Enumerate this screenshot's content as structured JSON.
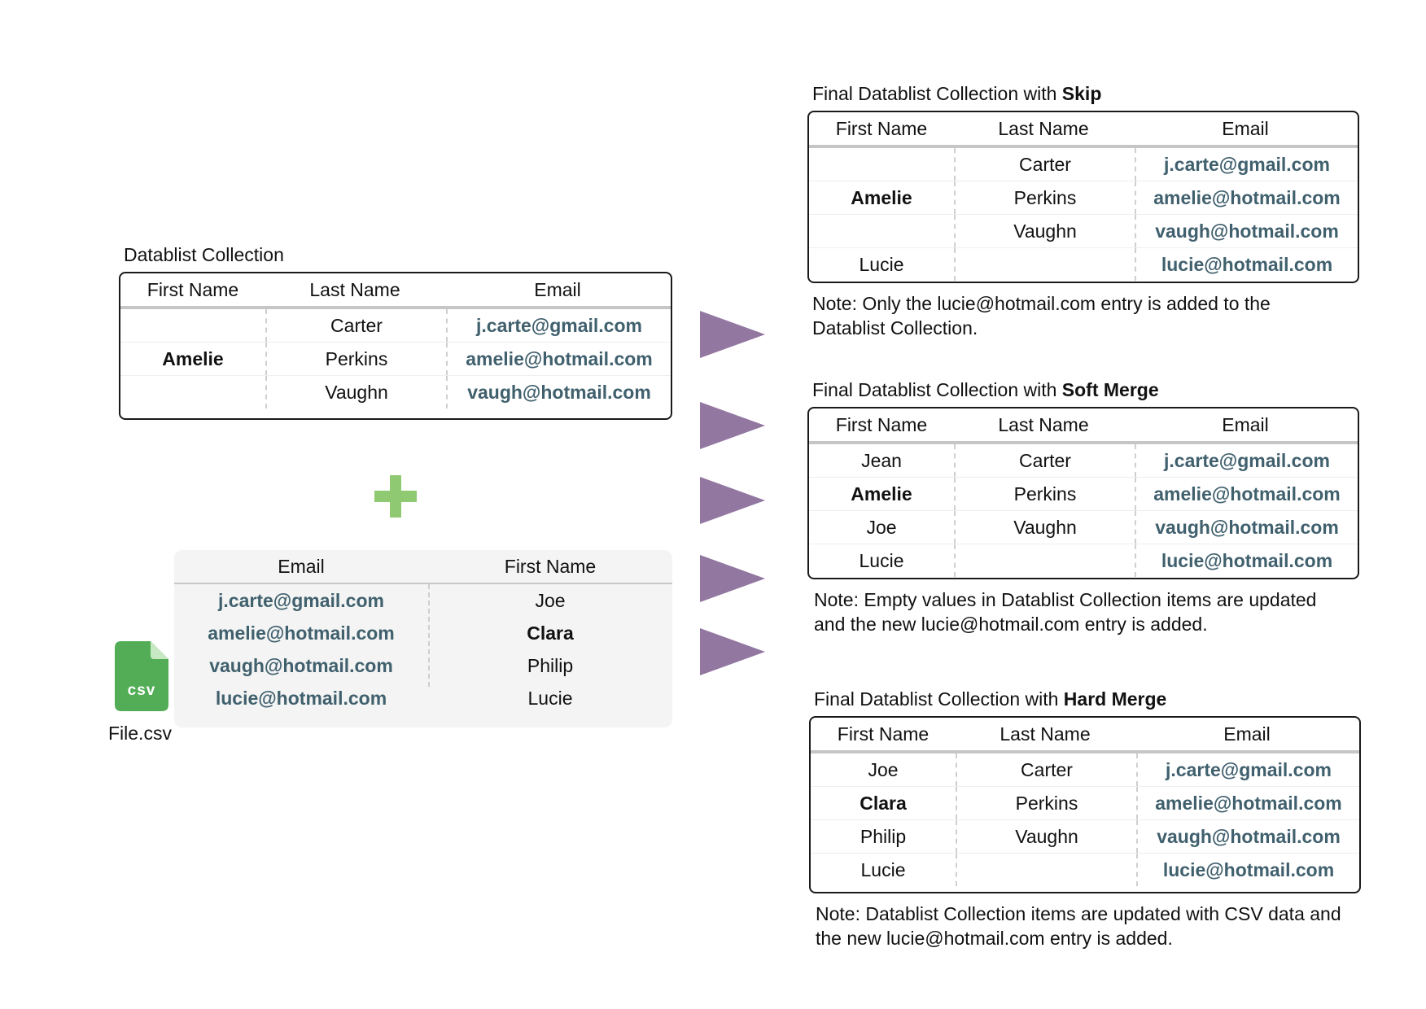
{
  "source": {
    "caption": "Datablist Collection",
    "headers": [
      "First Name",
      "Last Name",
      "Email"
    ],
    "rows": [
      {
        "first": "",
        "last": "Carter",
        "email": "j.carte@gmail.com"
      },
      {
        "first": "Amelie",
        "last": "Perkins",
        "email": "amelie@hotmail.com"
      },
      {
        "first": "",
        "last": "Vaughn",
        "email": "vaugh@hotmail.com"
      }
    ]
  },
  "csv": {
    "headers": [
      "Email",
      "First Name"
    ],
    "rows": [
      {
        "email": "j.carte@gmail.com",
        "first": "Joe"
      },
      {
        "email": "amelie@hotmail.com",
        "first": "Clara"
      },
      {
        "email": "vaugh@hotmail.com",
        "first": "Philip"
      },
      {
        "email": "lucie@hotmail.com",
        "first": "Lucie"
      }
    ],
    "icon_text": "csv",
    "file_label": "File.csv"
  },
  "skip": {
    "caption_prefix": "Final Datablist Collection with ",
    "caption_bold": "Skip",
    "headers": [
      "First Name",
      "Last Name",
      "Email"
    ],
    "rows": [
      {
        "first": "",
        "last": "Carter",
        "email": "j.carte@gmail.com"
      },
      {
        "first": "Amelie",
        "last": "Perkins",
        "email": "amelie@hotmail.com"
      },
      {
        "first": "",
        "last": "Vaughn",
        "email": "vaugh@hotmail.com"
      },
      {
        "first": "Lucie",
        "last": "",
        "email": "lucie@hotmail.com"
      }
    ],
    "note_line1": "Note: Only the lucie@hotmail.com entry is added to the",
    "note_line2": "Datablist Collection."
  },
  "soft": {
    "caption_prefix": "Final Datablist Collection with ",
    "caption_bold": "Soft Merge",
    "headers": [
      "First Name",
      "Last Name",
      "Email"
    ],
    "rows": [
      {
        "first": "Jean",
        "last": "Carter",
        "email": "j.carte@gmail.com"
      },
      {
        "first": "Amelie",
        "last": "Perkins",
        "email": "amelie@hotmail.com"
      },
      {
        "first": "Joe",
        "last": "Vaughn",
        "email": "vaugh@hotmail.com"
      },
      {
        "first": "Lucie",
        "last": "",
        "email": "lucie@hotmail.com"
      }
    ],
    "note_line1": "Note: Empty values in Datablist Collection items are updated",
    "note_line2": "and the new lucie@hotmail.com entry is added."
  },
  "hard": {
    "caption_prefix": "Final Datablist Collection with ",
    "caption_bold": "Hard Merge",
    "headers": [
      "First Name",
      "Last Name",
      "Email"
    ],
    "rows": [
      {
        "first": "Joe",
        "last": "Carter",
        "email": "j.carte@gmail.com"
      },
      {
        "first": "Clara",
        "last": "Perkins",
        "email": "amelie@hotmail.com"
      },
      {
        "first": "Philip",
        "last": "Vaughn",
        "email": "vaugh@hotmail.com"
      },
      {
        "first": "Lucie",
        "last": "",
        "email": "lucie@hotmail.com"
      }
    ],
    "note_line1": "Note: Datablist Collection items are updated with CSV data and",
    "note_line2": "the new lucie@hotmail.com entry is added."
  },
  "colors": {
    "arrow": "#9277a1",
    "plus": "#8fca72",
    "csv_icon": "#52ad56",
    "email_text": "#40606e"
  }
}
